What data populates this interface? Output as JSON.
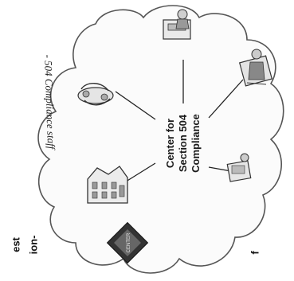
{
  "diagram": {
    "center_lines": [
      "Center for",
      "Section 504",
      "Compliance"
    ],
    "staff_caption": "- 504 Compliance staff",
    "left_words": {
      "top": "est",
      "middle": "ion-",
      "bottom": "f"
    },
    "badge_label": "CENTER",
    "nodes": [
      {
        "name": "top-node",
        "icon": "person-at-desk-icon"
      },
      {
        "name": "upper-left-node",
        "icon": "handshake-icon"
      },
      {
        "name": "upper-right-node",
        "icon": "person-with-papers-icon"
      },
      {
        "name": "lower-left-node",
        "icon": "building-icon"
      },
      {
        "name": "lower-right-node",
        "icon": "person-at-computer-icon"
      }
    ],
    "colors": {
      "line": "#222222",
      "cloud_stroke": "#555555",
      "badge": "#333333"
    }
  }
}
